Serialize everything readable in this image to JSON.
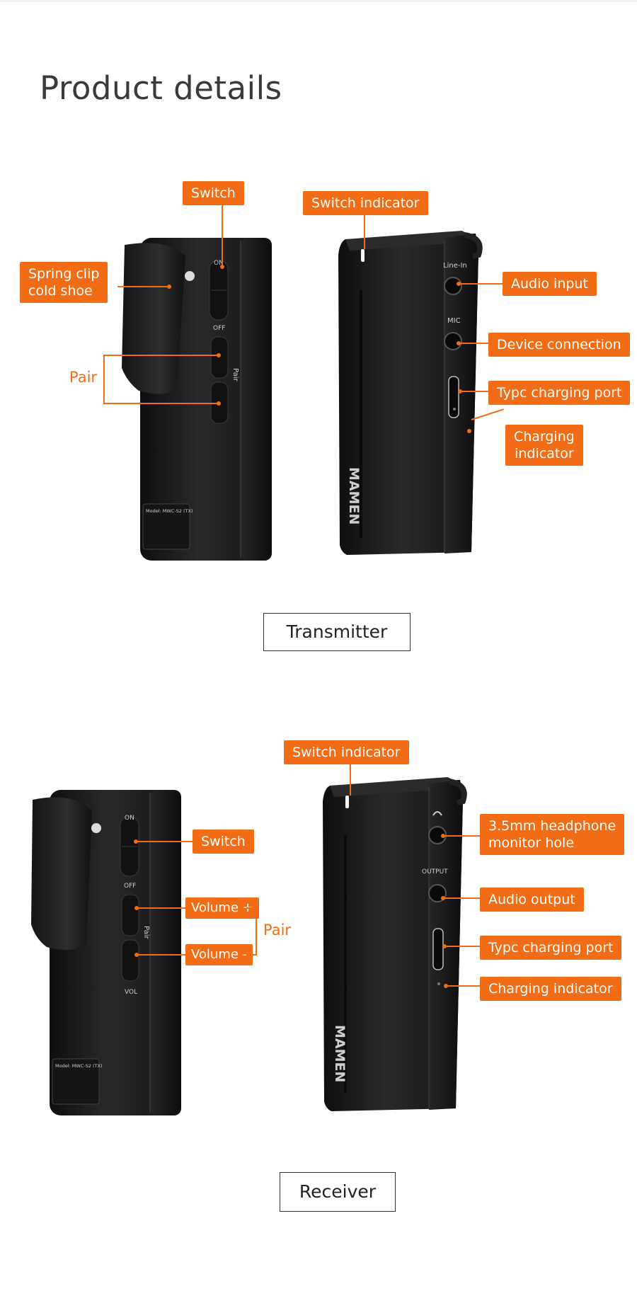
{
  "page": {
    "title": "Product details"
  },
  "transmitter": {
    "caption": "Transmitter",
    "callouts": {
      "switch": "Switch",
      "spring_clip": "Spring clip\ncold shoe",
      "pair": "Pair",
      "switch_indicator": "Switch indicator",
      "audio_input": "Audio input",
      "device_connection": "Device connection",
      "typec_port": "Typc charging port",
      "charging_indicator": "Charging\nindicator"
    },
    "device_text": {
      "on": "ON",
      "off": "OFF",
      "pair": "Pair",
      "line_in": "Line-In",
      "mic": "MIC",
      "brand": "MAMEN",
      "model": "Model: MWC-S2 (TX)"
    }
  },
  "receiver": {
    "caption": "Receiver",
    "callouts": {
      "switch_indicator": "Switch indicator",
      "switch": "Switch",
      "volume_up": "Volume +",
      "volume_down": "Volume -",
      "pair": "Pair",
      "headphone": "3.5mm headphone\nmonitor hole",
      "audio_output": "Audio output",
      "typec_port": "Typc charging port",
      "charging_indicator": "Charging indicator"
    },
    "device_text": {
      "on": "ON",
      "off": "OFF",
      "vol": "VOL",
      "pair": "Pair",
      "output": "OUTPUT",
      "brand": "MAMEN",
      "model": "Model: MWC-S2 (TX)"
    }
  },
  "colors": {
    "accent": "#f26c16",
    "device": "#1b1b1b"
  }
}
